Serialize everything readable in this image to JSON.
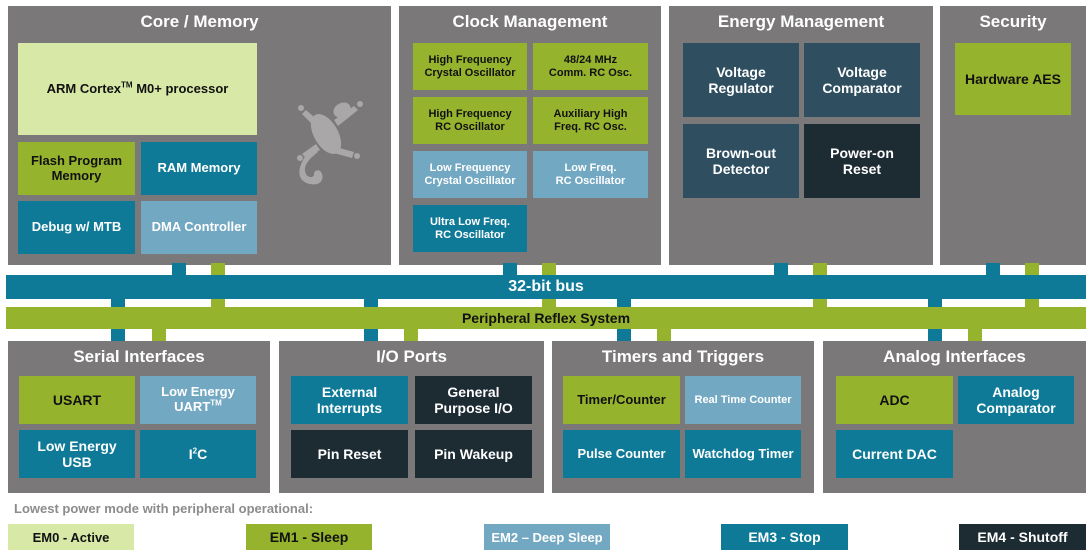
{
  "colors": {
    "em0": "#d8e9a7",
    "em1": "#96b32e",
    "em2": "#73a8c2",
    "em3": "#0e7a97",
    "em4": "#1d2b33",
    "panel": "#7a7879",
    "bus": "#0e7a97",
    "prs": "#96b32e"
  },
  "panels": {
    "core": {
      "title": "Core / Memory",
      "cpu": {
        "label": "ARM Cortex",
        "sup": "TM",
        "label2": " M0+ processor"
      },
      "flash": {
        "line1": "Flash Program",
        "line2": "Memory"
      },
      "ram": "RAM Memory",
      "debug": "Debug w/ MTB",
      "dma": "DMA Controller",
      "logo_icon": "gecko-icon"
    },
    "clock": {
      "title": "Clock Management",
      "hfxo": {
        "line1": "High Frequency",
        "line2": "Crystal Oscillator"
      },
      "comm": {
        "line1": "48/24 MHz",
        "line2": "Comm. RC Osc."
      },
      "hfrco": {
        "line1": "High Frequency",
        "line2": "RC Oscillator"
      },
      "aux": {
        "line1": "Auxiliary High",
        "line2": "Freq. RC Osc."
      },
      "lfxo": {
        "line1": "Low Frequency",
        "line2": "Crystal Oscillator"
      },
      "lfrco": {
        "line1": "Low Freq.",
        "line2": "RC Oscillator"
      },
      "ulfrco": {
        "line1": "Ultra Low Freq.",
        "line2": "RC Oscillator"
      }
    },
    "energy": {
      "title": "Energy Management",
      "vreg": {
        "line1": "Voltage",
        "line2": "Regulator"
      },
      "vcmp": {
        "line1": "Voltage",
        "line2": "Comparator"
      },
      "bod": {
        "line1": "Brown-out",
        "line2": "Detector"
      },
      "por": {
        "line1": "Power-on",
        "line2": "Reset"
      }
    },
    "security": {
      "title": "Security",
      "aes": "Hardware AES"
    },
    "serial": {
      "title": "Serial Interfaces",
      "usart": "USART",
      "leuart": {
        "line1": "Low Energy",
        "line2": "UART",
        "sup": "TM"
      },
      "leusb": {
        "line1": "Low Energy",
        "line2": "USB"
      },
      "i2c": {
        "main": "I",
        "sup": "2",
        "rest": "C"
      }
    },
    "io": {
      "title": "I/O Ports",
      "extint": {
        "line1": "External",
        "line2": "Interrupts"
      },
      "gpio": {
        "line1": "General",
        "line2": "Purpose I/O"
      },
      "pinreset": "Pin Reset",
      "pinwake": "Pin Wakeup"
    },
    "timers": {
      "title": "Timers and Triggers",
      "timer": "Timer/Counter",
      "rtc": "Real Time Counter",
      "pulse": "Pulse Counter",
      "wdog": "Watchdog Timer"
    },
    "analog": {
      "title": "Analog Interfaces",
      "adc": "ADC",
      "acmp": {
        "line1": "Analog",
        "line2": "Comparator"
      },
      "idac": "Current DAC"
    }
  },
  "bus": {
    "label": "32-bit bus"
  },
  "prs": {
    "label": "Peripheral Reflex System"
  },
  "legend": {
    "title": "Lowest power mode with peripheral operational:",
    "items": [
      {
        "label": "EM0 - Active"
      },
      {
        "label": "EM1 - Sleep"
      },
      {
        "label": "EM2 – Deep Sleep"
      },
      {
        "label": "EM3 - Stop"
      },
      {
        "label": "EM4 - Shutoff"
      }
    ]
  }
}
